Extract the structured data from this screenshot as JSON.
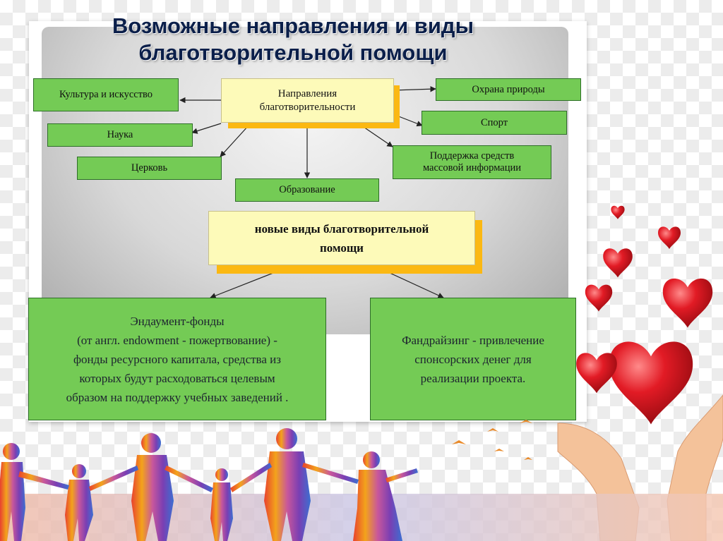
{
  "slide": {
    "title_line1": "Возможные направления и виды",
    "title_line2": "благотворительной помощи",
    "center_box": "Направления\nблаготворительности",
    "directions": [
      "Культура и искусство",
      "Наука",
      "Церковь",
      "Образование",
      "Охрана природы",
      "Спорт",
      "Поддержка средств\nмассовой информации"
    ],
    "new_types_box": "новые виды благотворительной\nпомощи",
    "endowment_text": "Эндаумент-фонды\n(от англ. endowment - пожертвование) -\nфонды ресурсного капитала, средства из\nкоторых будут расходоваться целевым\nобразом на поддержку учебных заведений .",
    "fundraising_text": "Фандрайзинг - привлечение\nспонсорских денег для\nреализации проекта."
  },
  "colors": {
    "green_box": "#74cb55",
    "yellow_box": "#fdfab9",
    "yellow_shadow": "#fbb812",
    "title": "#0b1f4a",
    "heart": "#e21b25"
  },
  "decor": {
    "silhouette_icon": "family-holding-hands-silhouette",
    "hearts_icon": "hearts-in-hands"
  }
}
